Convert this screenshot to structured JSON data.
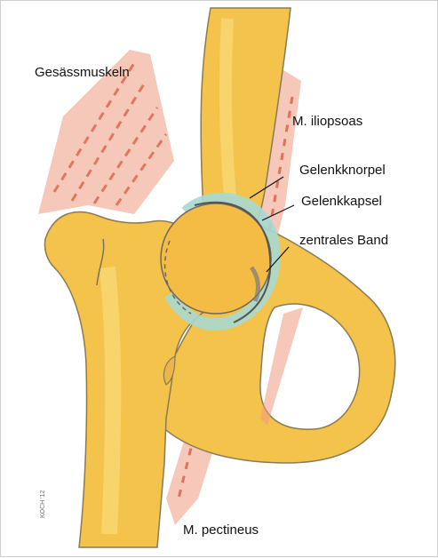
{
  "labels": {
    "gluteal": "Gesässmuskeln",
    "iliopsoas": "M. iliopsoas",
    "cartilage": "Gelenkknorpel",
    "capsule": "Gelenkkapsel",
    "ligament": "zentrales Band",
    "pectineus": "M. pectineus"
  },
  "signature": "KOCH '12",
  "colors": {
    "bone": "#f3c34c",
    "bone_light": "#f8dc7a",
    "muscle": "#e8826a",
    "muscle_dash": "#d9644a",
    "cartilage": "#a9d8d2",
    "outline": "#6b6a60"
  }
}
